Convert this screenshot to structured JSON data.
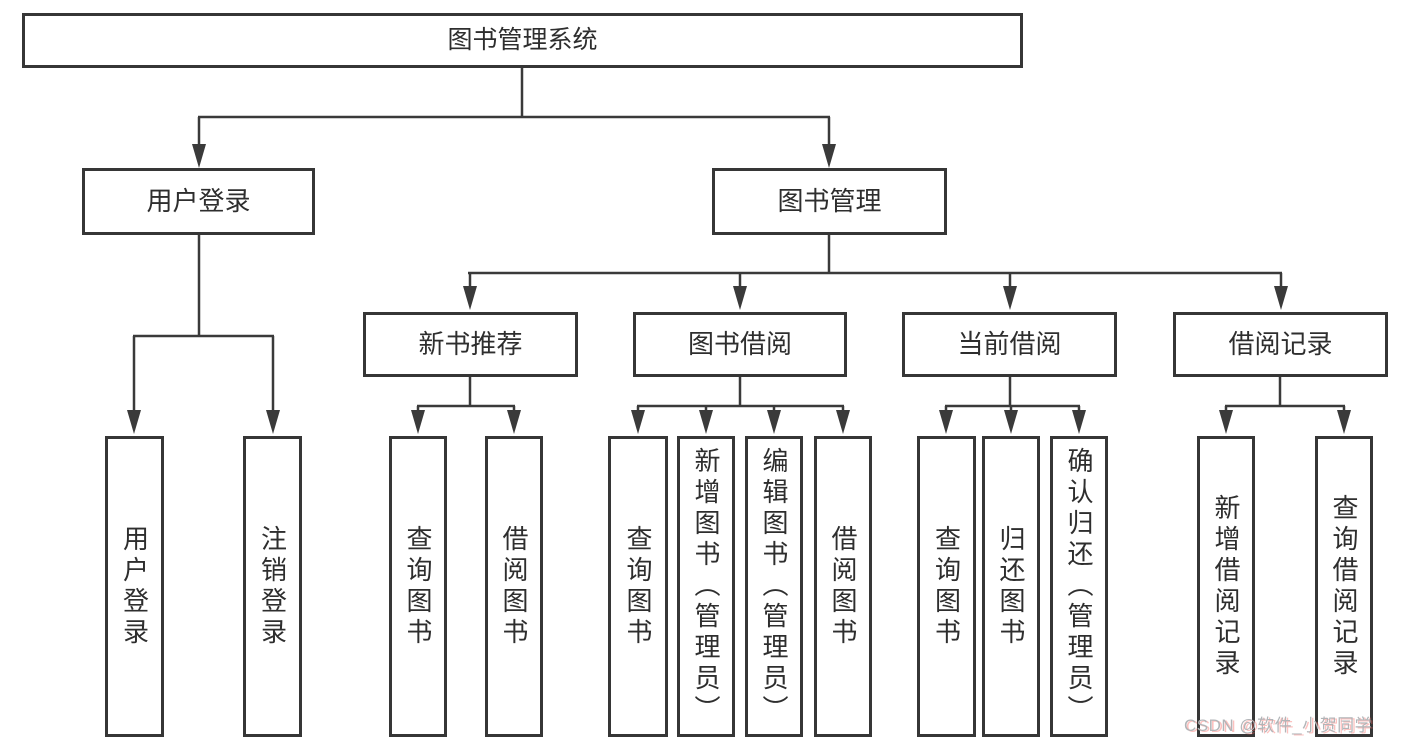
{
  "diagram": {
    "type": "hierarchy-flowchart",
    "root_label": "图书管理系统",
    "nodes": {
      "root": {
        "label": "图书管理系统"
      },
      "user_login": {
        "label": "用户登录"
      },
      "book_mgmt": {
        "label": "图书管理"
      },
      "new_books": {
        "label": "新书推荐"
      },
      "book_borrow": {
        "label": "图书借阅"
      },
      "current_borrow": {
        "label": "当前借阅"
      },
      "borrow_records": {
        "label": "借阅记录"
      },
      "leaf_user_login": {
        "label": "用户登录"
      },
      "leaf_logout": {
        "label": "注销登录"
      },
      "leaf_new_query": {
        "label": "查询图书"
      },
      "leaf_new_borrow": {
        "label": "借阅图书"
      },
      "leaf_bb_query": {
        "label": "查询图书"
      },
      "leaf_bb_add": {
        "label": "新增图书（管理员）"
      },
      "leaf_bb_edit": {
        "label": "编辑图书（管理员）"
      },
      "leaf_bb_borrow": {
        "label": "借阅图书"
      },
      "leaf_cur_query": {
        "label": "查询图书"
      },
      "leaf_cur_return": {
        "label": "归还图书"
      },
      "leaf_cur_confirm": {
        "label": "确认归还（管理员）"
      },
      "leaf_rec_add": {
        "label": "新增借阅记录"
      },
      "leaf_rec_query": {
        "label": "查询借阅记录"
      }
    },
    "hierarchy": {
      "图书管理系统": {
        "用户登录": [
          "用户登录",
          "注销登录"
        ],
        "图书管理": {
          "新书推荐": [
            "查询图书",
            "借阅图书"
          ],
          "图书借阅": [
            "查询图书",
            "新增图书（管理员）",
            "编辑图书（管理员）",
            "借阅图书"
          ],
          "当前借阅": [
            "查询图书",
            "归还图书",
            "确认归还（管理员）"
          ],
          "借阅记录": [
            "新增借阅记录",
            "查询借阅记录"
          ]
        }
      }
    },
    "colors": {
      "line": "#3a3a3a",
      "box_border": "#363636",
      "text": "#2e2e2e",
      "background": "#ffffff"
    }
  },
  "watermark": {
    "text": "CSDN @软件_小贺同学",
    "color": "#b2b5b8"
  }
}
